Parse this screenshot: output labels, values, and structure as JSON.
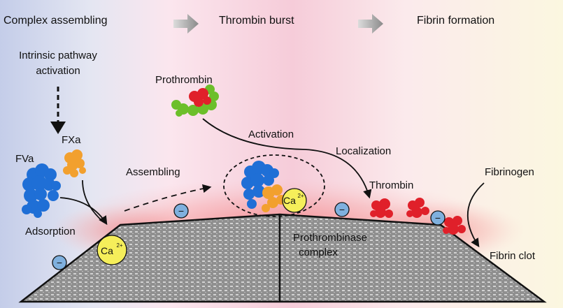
{
  "stages": {
    "complex_assembling": "Complex assembling",
    "thrombin_burst": "Thrombin burst",
    "fibrin_formation": "Fibrin formation"
  },
  "labels": {
    "intrinsic_line1": "Intrinsic pathway",
    "intrinsic_line2": "activation",
    "fva": "FVa",
    "fxa": "FXa",
    "adsorption": "Adsorption",
    "assembling": "Assembling",
    "prothrombin": "Prothrombin",
    "activation": "Activation",
    "localization": "Localization",
    "thrombin": "Thrombin",
    "fibrinogen": "Fibrinogen",
    "fibrin_clot": "Fibrin clot",
    "prothrombinase_line1": "Prothrombinase",
    "prothrombinase_line2": "complex"
  },
  "ions": {
    "calcium_base": "Ca",
    "calcium_charge": "2+",
    "negative_charge": "−"
  },
  "colors": {
    "fva_blue": "#1f6fd6",
    "fxa_orange": "#f2a02e",
    "thrombin_red": "#e0202a",
    "prothrombin_green": "#6cbf2a",
    "calcium_yellow": "#f5ee5a",
    "charge_blue": "#7fb0de",
    "surface_gray": "#9a9a9a"
  }
}
